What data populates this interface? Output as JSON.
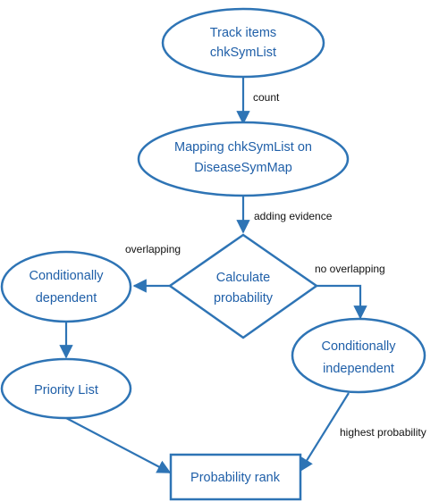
{
  "nodes": {
    "track_items": {
      "line1": "Track items",
      "line2": "chkSymList"
    },
    "mapping": {
      "line1": "Mapping chkSymList on",
      "line2": "DiseaseSymMap"
    },
    "calculate": {
      "line1": "Calculate",
      "line2": "probability"
    },
    "cond_dependent": {
      "line1": "Conditionally",
      "line2": "dependent"
    },
    "cond_independent": {
      "line1": "Conditionally",
      "line2": "independent"
    },
    "priority_list": {
      "label": "Priority List"
    },
    "probability_rank": {
      "label": "Probability rank"
    }
  },
  "edges": {
    "count": "count",
    "adding_evidence": "adding evidence",
    "overlapping": "overlapping",
    "no_overlapping": "no overlapping",
    "highest_probability": "highest probability"
  },
  "colors": {
    "stroke": "#2e74b5",
    "node_text": "#1f5fa8",
    "edge_text": "#111111"
  }
}
